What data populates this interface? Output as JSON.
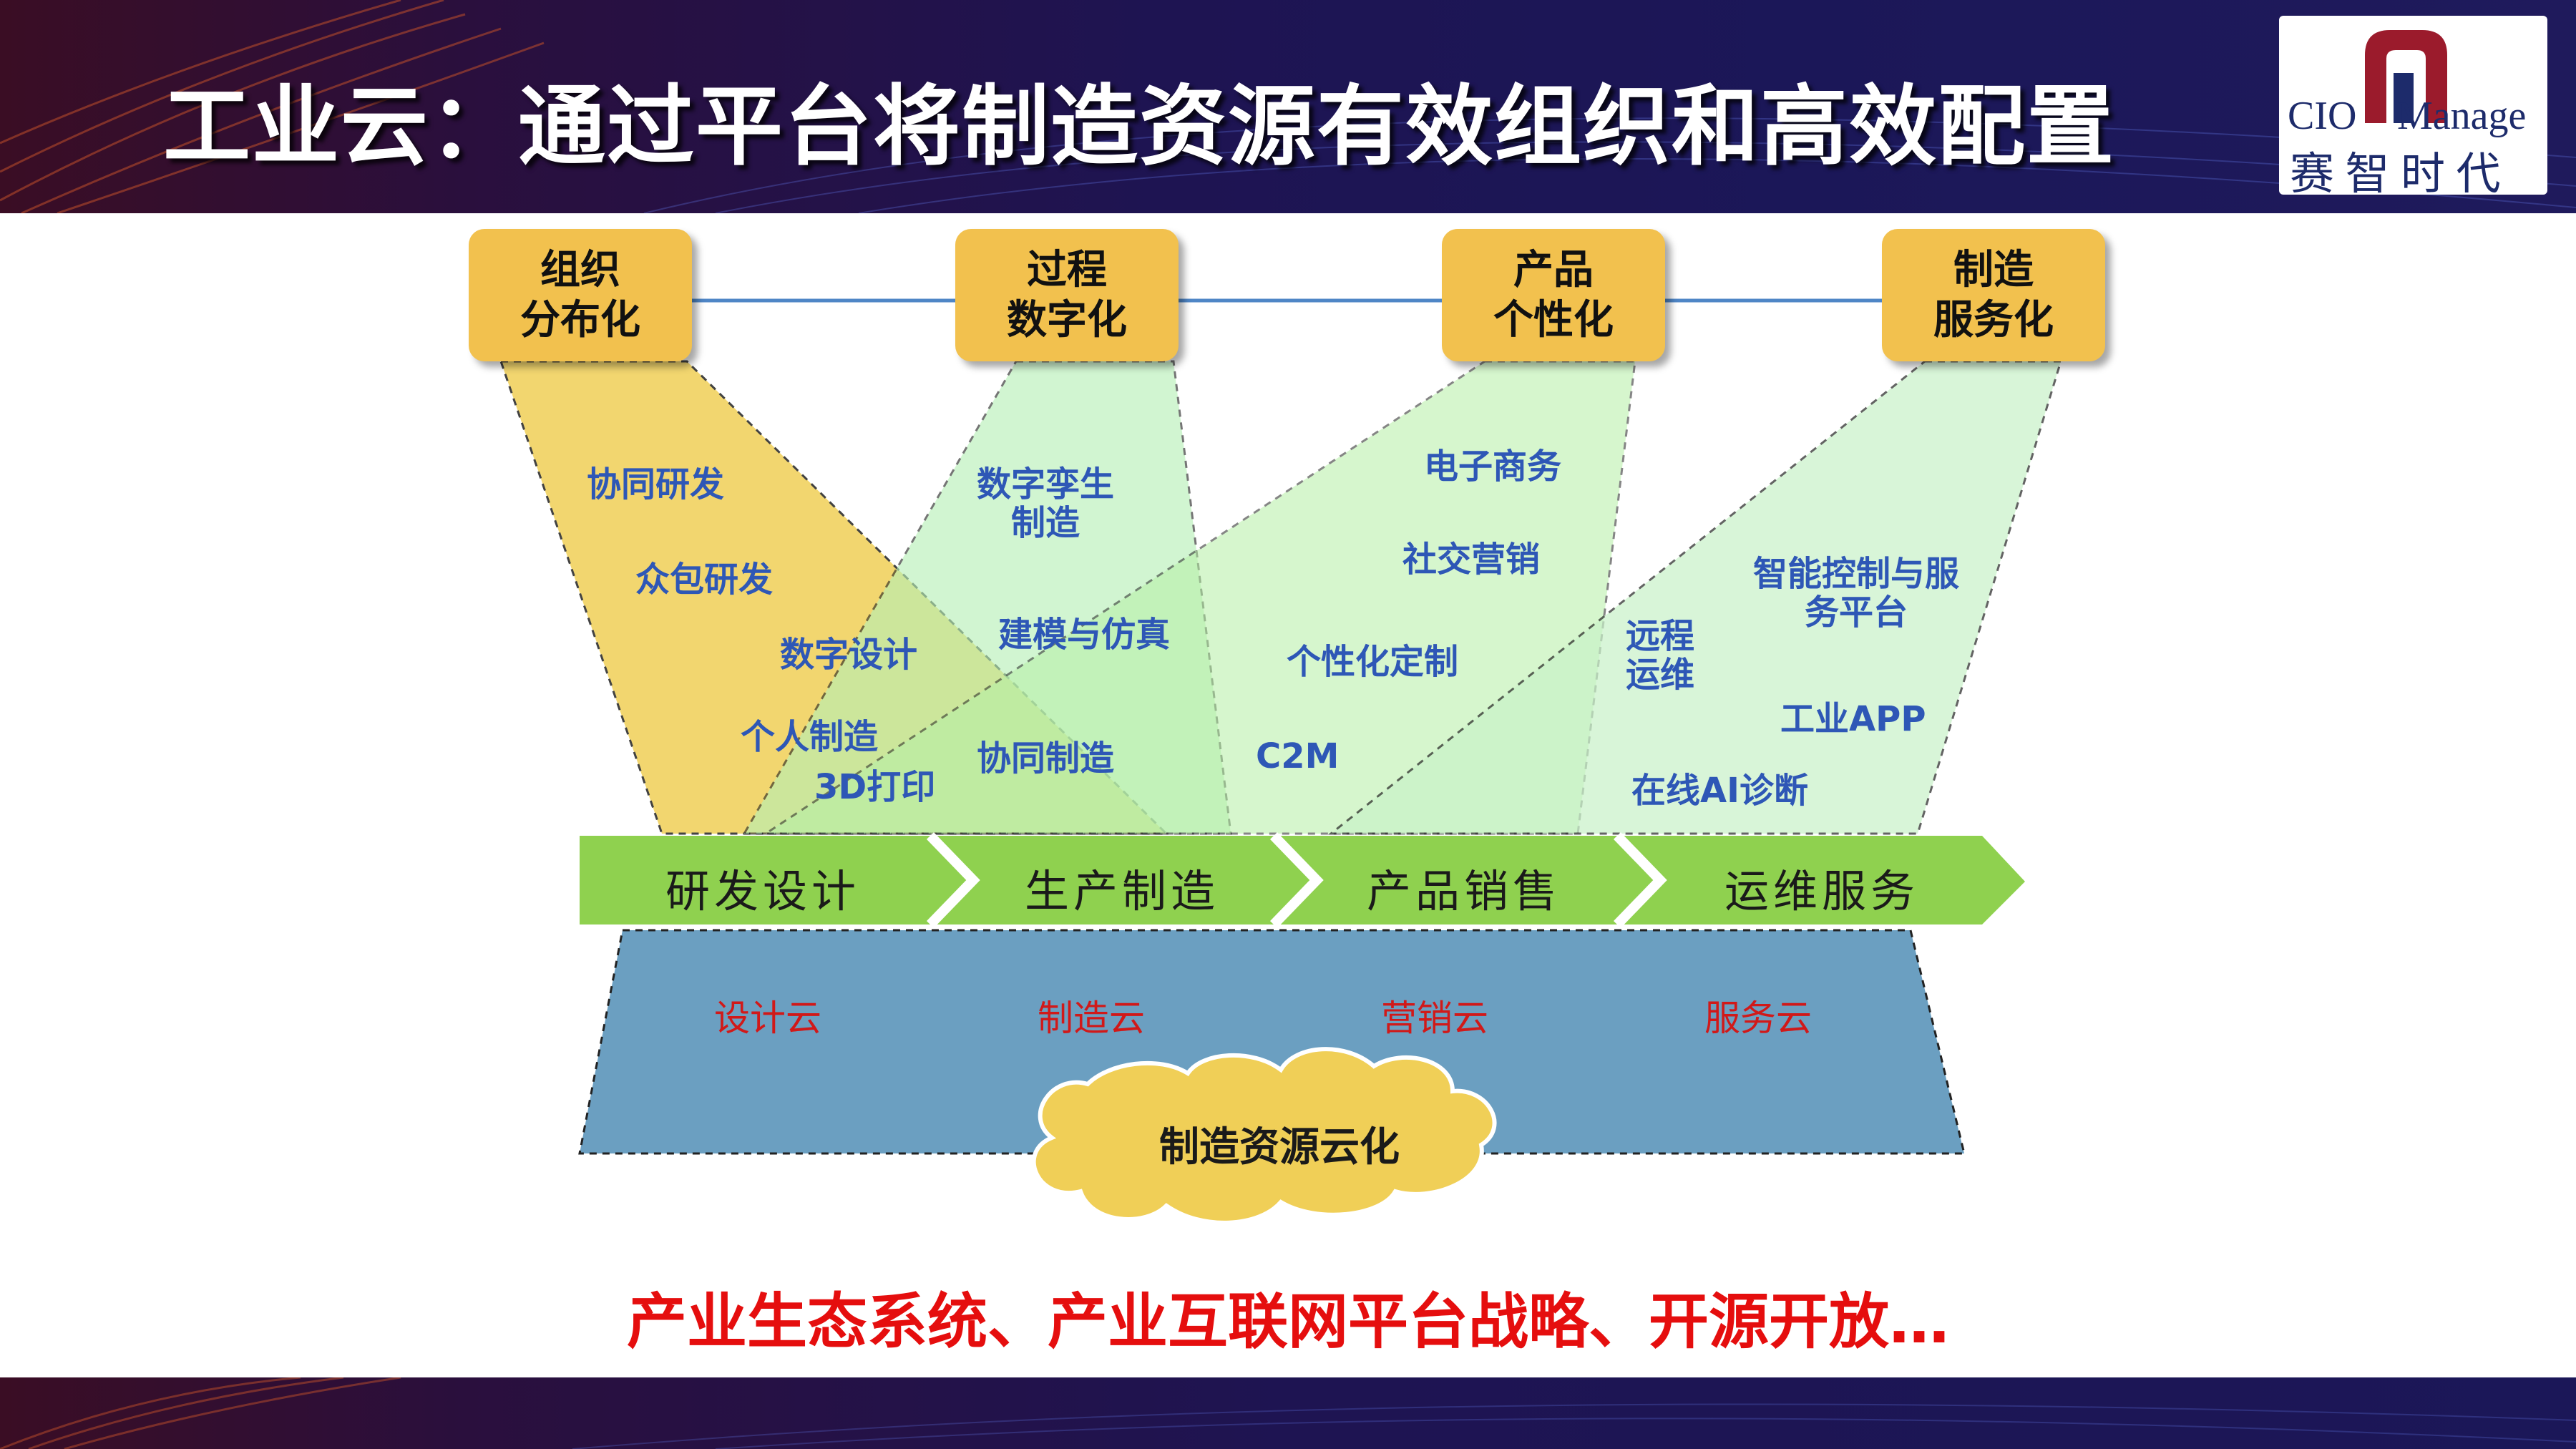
{
  "title": "工业云：通过平台将制造资源有效组织和高效配置",
  "logo": {
    "line1a": "CIO",
    "line1b": "Manage",
    "line2": "赛 智 时 代"
  },
  "top_boxes": [
    {
      "label": "组织\n分布化"
    },
    {
      "label": "过程\n数字化"
    },
    {
      "label": "产品\n个性化"
    },
    {
      "label": "制造\n服务化"
    }
  ],
  "features": {
    "organization": [
      "协同研发",
      "众包研发",
      "数字设计",
      "个人制造",
      "3D打印"
    ],
    "process": [
      "数字孪生\n制造",
      "建模与仿真",
      "协同制造"
    ],
    "product": [
      "电子商务",
      "社交营销",
      "个性化定制",
      "C2M"
    ],
    "service": [
      "智能控制与服\n务平台",
      "远程\n运维",
      "工业APP",
      "在线AI诊断"
    ]
  },
  "stages": [
    "研发设计",
    "生产制造",
    "产品销售",
    "运维服务"
  ],
  "clouds": [
    "设计云",
    "制造云",
    "营销云",
    "服务云"
  ],
  "resource_cloud": "制造资源云化",
  "slogan": "产业生态系统、产业互联网平台战略、开源开放…",
  "colors": {
    "box_yellow": "#f2c14e",
    "label_blue": "#2e57b6",
    "cloud_red": "#d11919",
    "arrow_green": "#8fd14f",
    "platform_blue": "#6b9fc1",
    "slogan_red": "#e50e0e"
  }
}
